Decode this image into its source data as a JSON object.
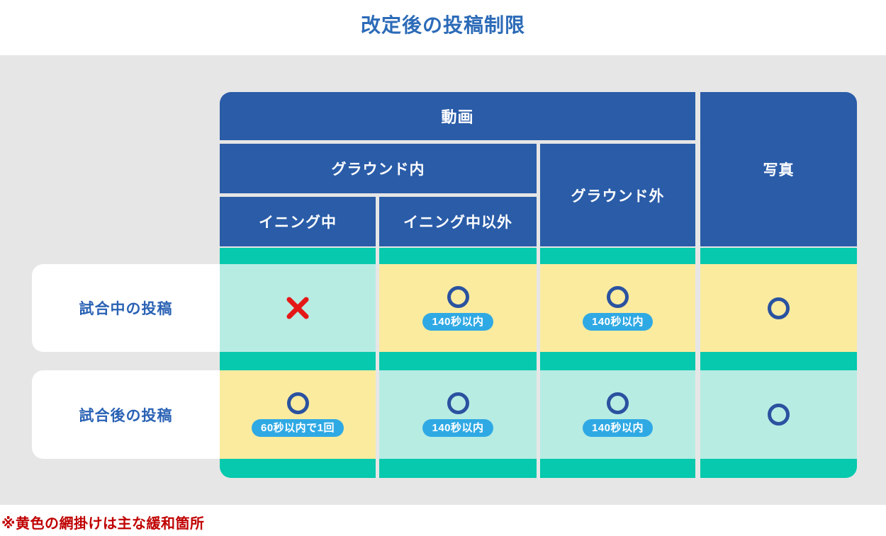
{
  "title": "改定後の投稿制限",
  "table": {
    "columns": {
      "video_group_label": "動画",
      "in_ground_label": "グラウンド内",
      "during_inning_label": "イニング中",
      "outside_inning_label": "イニング中以外",
      "outside_ground_label": "グラウンド外",
      "photo_label": "写真"
    },
    "rows": [
      {
        "label": "試合中の投稿",
        "cells": [
          {
            "column": "イニング中",
            "mark": "cross",
            "badge": "",
            "highlight": false
          },
          {
            "column": "イニング中以外",
            "mark": "circle",
            "badge": "140秒以内",
            "highlight": true
          },
          {
            "column": "グラウンド外",
            "mark": "circle",
            "badge": "140秒以内",
            "highlight": true
          },
          {
            "column": "写真",
            "mark": "circle",
            "badge": "",
            "highlight": true
          }
        ]
      },
      {
        "label": "試合後の投稿",
        "cells": [
          {
            "column": "イニング中",
            "mark": "circle",
            "badge": "60秒以内で1回",
            "highlight": true
          },
          {
            "column": "イニング中以外",
            "mark": "circle",
            "badge": "140秒以内",
            "highlight": false
          },
          {
            "column": "グラウンド外",
            "mark": "circle",
            "badge": "140秒以内",
            "highlight": false
          },
          {
            "column": "写真",
            "mark": "circle",
            "badge": "",
            "highlight": false
          }
        ]
      }
    ]
  },
  "note": "※黄色の網掛けは主な緩和箇所",
  "colors": {
    "title_blue": "#2C6BB8",
    "header_blue": "#2A5CA8",
    "panel_gray": "#E6E6E6",
    "teal_accent": "#06C9AD",
    "cell_teal": "#B7ECE3",
    "cell_yellow": "#FBEB9F",
    "badge_blue": "#2FA9E4",
    "circle_blue": "#2A52A0",
    "cross_red": "#E61717",
    "note_red": "#C00000",
    "row_label_blue": "#2A62B4"
  }
}
